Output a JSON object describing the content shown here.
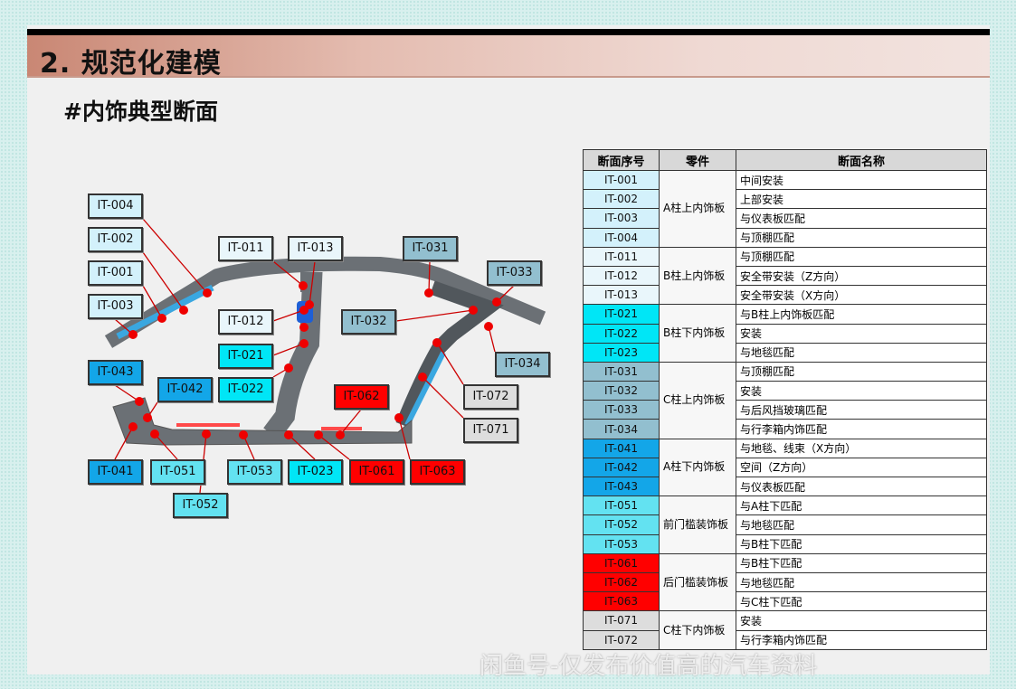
{
  "title": "2. 规范化建模",
  "subtitle": "#内饰典型断面",
  "colors": {
    "g00": "#d3f1fb",
    "g01": "#e9f6fb",
    "g02": "#00e6f6",
    "g03": "#92bfcf",
    "g04": "#13a6e8",
    "g05": "#63e2f1",
    "g06": "#ff0000",
    "g07": "#dddddd"
  },
  "labels": [
    {
      "id": "IT-004",
      "g": "g00"
    },
    {
      "id": "IT-002",
      "g": "g00"
    },
    {
      "id": "IT-001",
      "g": "g00"
    },
    {
      "id": "IT-003",
      "g": "g00"
    },
    {
      "id": "IT-011",
      "g": "g01"
    },
    {
      "id": "IT-013",
      "g": "g01"
    },
    {
      "id": "IT-031",
      "g": "g03"
    },
    {
      "id": "IT-033",
      "g": "g03"
    },
    {
      "id": "IT-012",
      "g": "g01"
    },
    {
      "id": "IT-032",
      "g": "g03"
    },
    {
      "id": "IT-021",
      "g": "g02"
    },
    {
      "id": "IT-022",
      "g": "g02"
    },
    {
      "id": "IT-034",
      "g": "g03"
    },
    {
      "id": "IT-043",
      "g": "g04"
    },
    {
      "id": "IT-042",
      "g": "g04"
    },
    {
      "id": "IT-062",
      "g": "g06"
    },
    {
      "id": "IT-072",
      "g": "g07"
    },
    {
      "id": "IT-071",
      "g": "g07"
    },
    {
      "id": "IT-041",
      "g": "g04"
    },
    {
      "id": "IT-051",
      "g": "g05"
    },
    {
      "id": "IT-053",
      "g": "g05"
    },
    {
      "id": "IT-023",
      "g": "g02"
    },
    {
      "id": "IT-061",
      "g": "g06"
    },
    {
      "id": "IT-063",
      "g": "g06"
    },
    {
      "id": "IT-052",
      "g": "g05"
    }
  ],
  "table": {
    "headers": [
      "断面序号",
      "零件",
      "断面名称"
    ],
    "groups": [
      {
        "part": "A柱上内饰板",
        "g": "g00",
        "rows": [
          [
            "IT-001",
            "中间安装"
          ],
          [
            "IT-002",
            "上部安装"
          ],
          [
            "IT-003",
            "与仪表板匹配"
          ],
          [
            "IT-004",
            "与顶棚匹配"
          ]
        ]
      },
      {
        "part": "B柱上内饰板",
        "g": "g01",
        "rows": [
          [
            "IT-011",
            "与顶棚匹配"
          ],
          [
            "IT-012",
            "安全带安装（Z方向）"
          ],
          [
            "IT-013",
            "安全带安装（X方向）"
          ]
        ]
      },
      {
        "part": "B柱下内饰板",
        "g": "g02",
        "rows": [
          [
            "IT-021",
            "与B柱上内饰板匹配"
          ],
          [
            "IT-022",
            "安装"
          ],
          [
            "IT-023",
            "与地毯匹配"
          ]
        ]
      },
      {
        "part": "C柱上内饰板",
        "g": "g03",
        "rows": [
          [
            "IT-031",
            "与顶棚匹配"
          ],
          [
            "IT-032",
            "安装"
          ],
          [
            "IT-033",
            "与后风挡玻璃匹配"
          ],
          [
            "IT-034",
            "与行李箱内饰匹配"
          ]
        ]
      },
      {
        "part": "A柱下内饰板",
        "g": "g04",
        "rows": [
          [
            "IT-041",
            "与地毯、线束（X方向）"
          ],
          [
            "IT-042",
            "空间（Z方向）"
          ],
          [
            "IT-043",
            "与仪表板匹配"
          ]
        ]
      },
      {
        "part": "前门槛装饰板",
        "g": "g05",
        "rows": [
          [
            "IT-051",
            "与A柱下匹配"
          ],
          [
            "IT-052",
            "与地毯匹配"
          ],
          [
            "IT-053",
            "与B柱下匹配"
          ]
        ]
      },
      {
        "part": "后门槛装饰板",
        "g": "g06",
        "rows": [
          [
            "IT-061",
            "与B柱下匹配"
          ],
          [
            "IT-062",
            "与地毯匹配"
          ],
          [
            "IT-063",
            "与C柱下匹配"
          ]
        ]
      },
      {
        "part": "C柱下内饰板",
        "g": "g07",
        "rows": [
          [
            "IT-071",
            "安装"
          ],
          [
            "IT-072",
            "与行李箱内饰匹配"
          ]
        ]
      }
    ]
  },
  "watermark": "闲鱼号-仅发布价值高的汽车资料"
}
